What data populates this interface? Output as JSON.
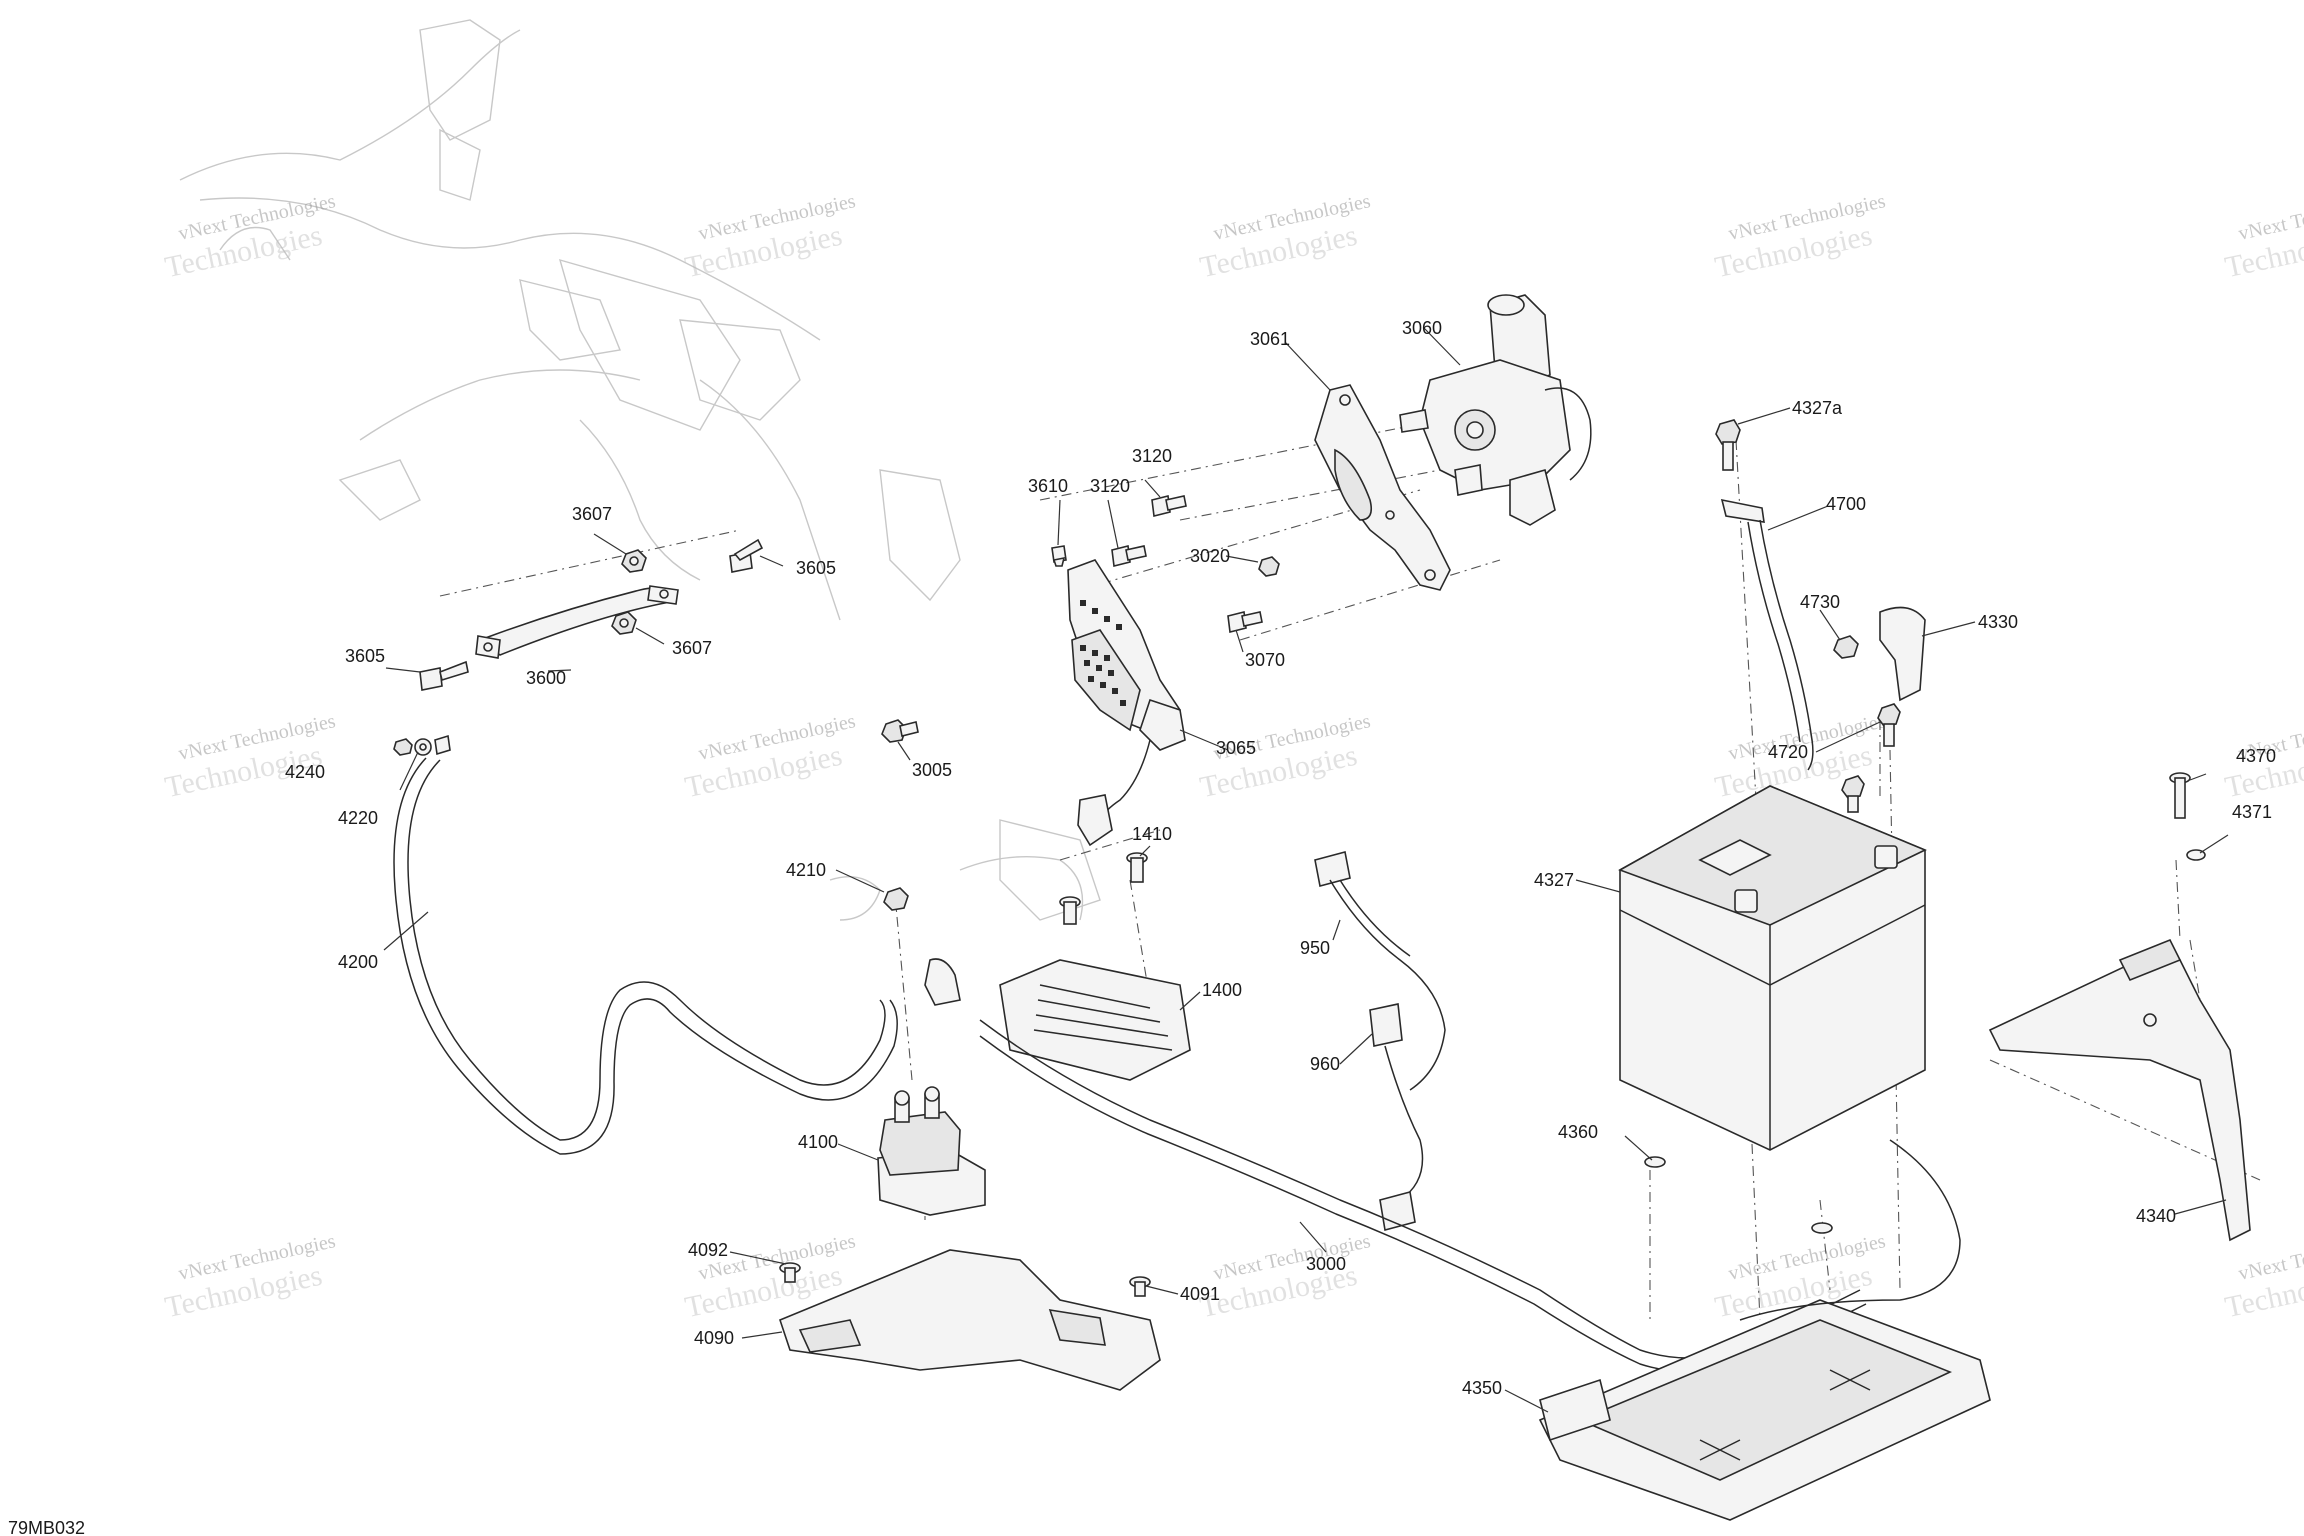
{
  "diagram_code": "79MB032",
  "watermark": {
    "line1": "vNext Technologies",
    "line2": "Technologies"
  },
  "callouts": [
    {
      "id": "3600",
      "label": "3600"
    },
    {
      "id": "3605a",
      "label": "3605"
    },
    {
      "id": "3605b",
      "label": "3605"
    },
    {
      "id": "3607a",
      "label": "3607"
    },
    {
      "id": "3607b",
      "label": "3607"
    },
    {
      "id": "3610",
      "label": "3610"
    },
    {
      "id": "3120a",
      "label": "3120"
    },
    {
      "id": "3120b",
      "label": "3120"
    },
    {
      "id": "3020",
      "label": "3020"
    },
    {
      "id": "3070",
      "label": "3070"
    },
    {
      "id": "3061",
      "label": "3061"
    },
    {
      "id": "3060",
      "label": "3060"
    },
    {
      "id": "3005",
      "label": "3005"
    },
    {
      "id": "3065",
      "label": "3065"
    },
    {
      "id": "4327a",
      "label": "4327a"
    },
    {
      "id": "4700",
      "label": "4700"
    },
    {
      "id": "4730",
      "label": "4730"
    },
    {
      "id": "4330",
      "label": "4330"
    },
    {
      "id": "4720",
      "label": "4720"
    },
    {
      "id": "4327",
      "label": "4327"
    },
    {
      "id": "4370",
      "label": "4370"
    },
    {
      "id": "4371",
      "label": "4371"
    },
    {
      "id": "4340",
      "label": "4340"
    },
    {
      "id": "4360",
      "label": "4360"
    },
    {
      "id": "4350",
      "label": "4350"
    },
    {
      "id": "4240",
      "label": "4240"
    },
    {
      "id": "4220",
      "label": "4220"
    },
    {
      "id": "4200",
      "label": "4200"
    },
    {
      "id": "4210",
      "label": "4210"
    },
    {
      "id": "1410",
      "label": "1410"
    },
    {
      "id": "1400",
      "label": "1400"
    },
    {
      "id": "950",
      "label": "950"
    },
    {
      "id": "960",
      "label": "960"
    },
    {
      "id": "4100",
      "label": "4100"
    },
    {
      "id": "4092",
      "label": "4092"
    },
    {
      "id": "4090",
      "label": "4090"
    },
    {
      "id": "4091",
      "label": "4091"
    },
    {
      "id": "3000",
      "label": "3000"
    }
  ]
}
